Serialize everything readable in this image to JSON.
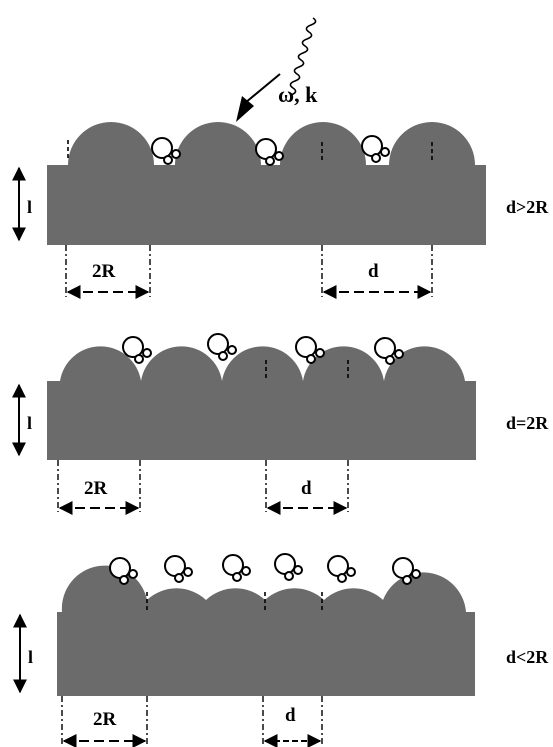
{
  "colors": {
    "substrate": "#6b6b6b",
    "ink": "#000000",
    "molecule_fill": "#ffffff"
  },
  "incident": {
    "label": "ω, k"
  },
  "panels": [
    {
      "condition": "d>2R",
      "thickness_label": "l",
      "radius_label": "2R",
      "spacing_label": "d"
    },
    {
      "condition": "d=2R",
      "thickness_label": "l",
      "radius_label": "2R",
      "spacing_label": "d"
    },
    {
      "condition": "d<2R",
      "thickness_label": "l",
      "radius_label": "2R",
      "spacing_label": "d"
    }
  ]
}
